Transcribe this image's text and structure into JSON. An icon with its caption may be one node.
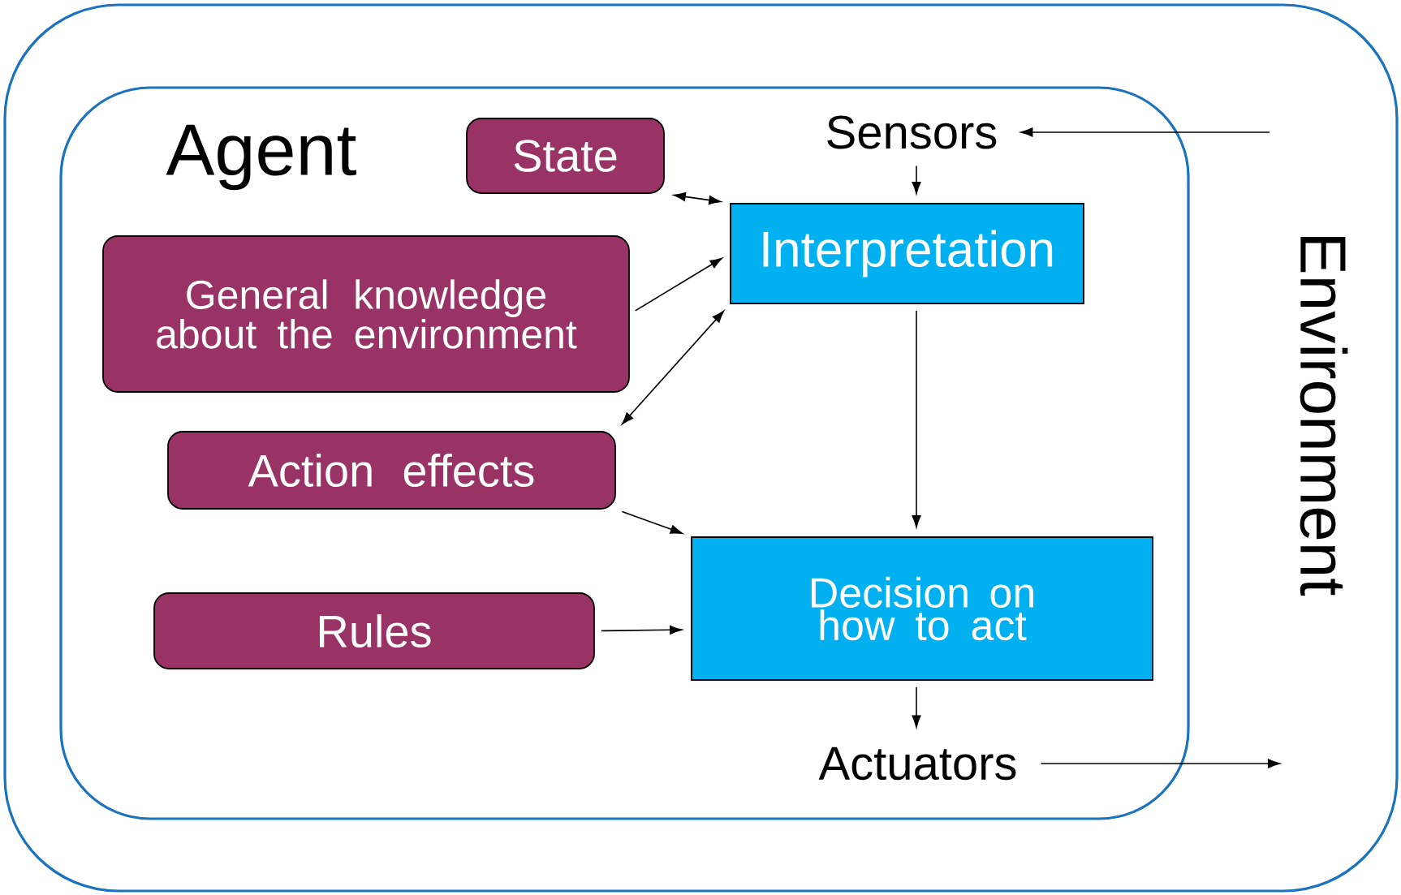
{
  "diagram": {
    "nodes": [
      {
        "text": [
          "Environment"
        ]
      },
      {
        "text": [
          "Agent"
        ],
        "in": 0
      },
      {
        "text": [
          "State"
        ],
        "in": 1
      },
      {
        "text": [
          "General knowledge about the environment"
        ],
        "in": 1
      },
      {
        "text": [
          "Action effects"
        ],
        "in": 1
      },
      {
        "text": [
          "Rules"
        ],
        "in": 1
      },
      {
        "text": [
          "Sensors"
        ],
        "in": 1
      },
      {
        "text": [
          "Interpretation"
        ],
        "in": 1
      },
      {
        "text": [
          "Decision on how to act"
        ],
        "in": 1
      },
      {
        "text": [
          "Actuators"
        ],
        "in": 1
      }
    ],
    "edges": [
      {
        "from": null,
        "to": 6,
        "arrow": "to"
      },
      {
        "from": 6,
        "to": 7,
        "arrow": "to"
      },
      {
        "from": 2,
        "to": 7,
        "arrow": "both"
      },
      {
        "from": 3,
        "to": 7,
        "arrow": "to"
      },
      {
        "from": 7,
        "to": 4,
        "arrow": "both"
      },
      {
        "from": 7,
        "to": 8,
        "arrow": "to"
      },
      {
        "from": 4,
        "to": 8,
        "arrow": "to"
      },
      {
        "from": 5,
        "to": 8,
        "arrow": "to"
      },
      {
        "from": 8,
        "to": 9,
        "arrow": "to"
      },
      {
        "from": 9,
        "to": null,
        "arrow": "to"
      }
    ]
  }
}
